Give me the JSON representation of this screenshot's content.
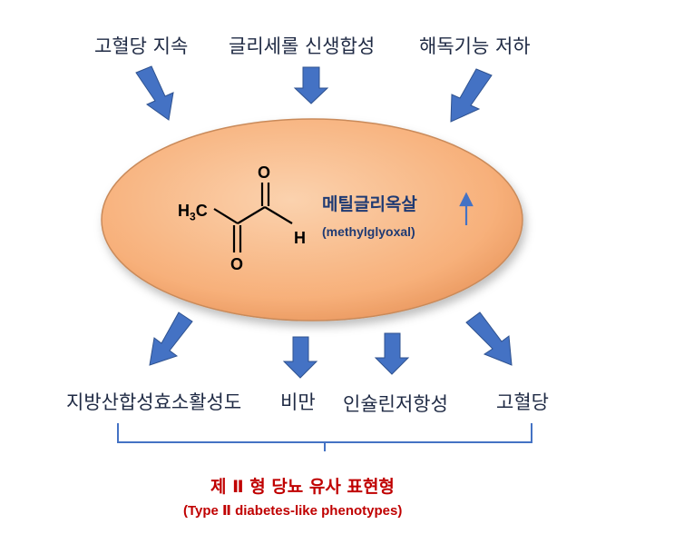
{
  "causes": [
    {
      "label": "고혈당 지속"
    },
    {
      "label": "글리세롤 신생합성"
    },
    {
      "label": "해독기능 저하"
    }
  ],
  "molecule": {
    "group_ch3": "H",
    "group_ch3_sub": "3",
    "group_c": "C",
    "oxygen_top": "O",
    "oxygen_bottom": "O",
    "hydrogen": "H"
  },
  "compound": {
    "name_kr": "메틸글리옥살",
    "name_en": "(methylglyoxal)",
    "trend": "↑"
  },
  "effects": [
    {
      "label": "지방산합성효소활성도"
    },
    {
      "label": "비만"
    },
    {
      "label": "인슐린저항성"
    },
    {
      "label": "고혈당"
    }
  ],
  "result": {
    "title_kr": "제 Ⅱ 형 당뇨 유사 표현형",
    "title_en": "(Type Ⅱ diabetes-like phenotypes)"
  },
  "colors": {
    "arrow": "#4472c4",
    "ellipse_fill": "#f8b780",
    "ellipse_stroke": "#c98a5a",
    "result_text": "#c00000",
    "compound_text": "#1f3a73"
  }
}
